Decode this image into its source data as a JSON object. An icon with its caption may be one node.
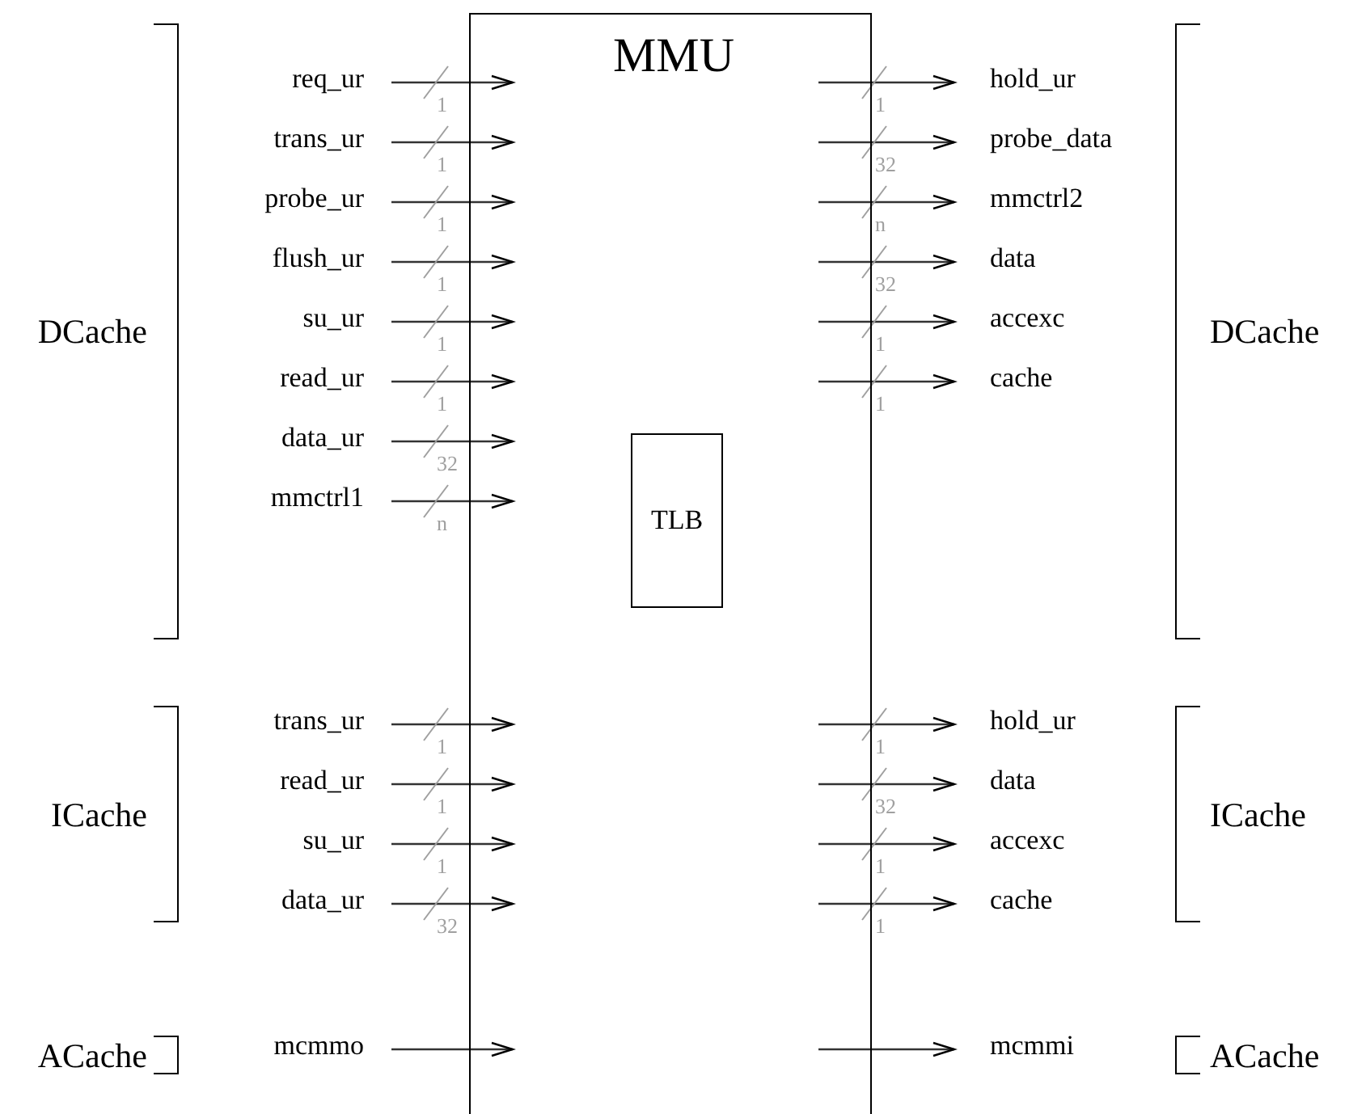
{
  "diagram": {
    "nodes": [
      {
        "text": [
          "MMU"
        ]
      },
      {
        "text": [
          "TLB"
        ],
        "in": 0
      },
      {
        "text": [
          "req_ur"
        ]
      },
      {
        "text": [
          "trans_ur"
        ]
      },
      {
        "text": [
          "probe_ur"
        ]
      },
      {
        "text": [
          "flush_ur"
        ]
      },
      {
        "text": [
          "su_ur"
        ]
      },
      {
        "text": [
          "read_ur"
        ]
      },
      {
        "text": [
          "data_ur"
        ]
      },
      {
        "text": [
          "mmctrl1"
        ]
      },
      {
        "text": [
          "hold_ur"
        ]
      },
      {
        "text": [
          "probe_data"
        ]
      },
      {
        "text": [
          "mmctrl2"
        ]
      },
      {
        "text": [
          "data"
        ]
      },
      {
        "text": [
          "accexc"
        ]
      },
      {
        "text": [
          "cache"
        ]
      },
      {
        "text": [
          "trans_ur"
        ]
      },
      {
        "text": [
          "read_ur"
        ]
      },
      {
        "text": [
          "su_ur"
        ]
      },
      {
        "text": [
          "data_ur"
        ]
      },
      {
        "text": [
          "hold_ur"
        ]
      },
      {
        "text": [
          "data"
        ]
      },
      {
        "text": [
          "accexc"
        ]
      },
      {
        "text": [
          "cache"
        ]
      },
      {
        "text": [
          "mcmmo"
        ]
      },
      {
        "text": [
          "mcmmi"
        ]
      }
    ],
    "edges": [
      {
        "from": 2,
        "to": 0,
        "arrow": "to",
        "label": "1"
      },
      {
        "from": 3,
        "to": 0,
        "arrow": "to",
        "label": "1"
      },
      {
        "from": 4,
        "to": 0,
        "arrow": "to",
        "label": "1"
      },
      {
        "from": 5,
        "to": 0,
        "arrow": "to",
        "label": "1"
      },
      {
        "from": 6,
        "to": 0,
        "arrow": "to",
        "label": "1"
      },
      {
        "from": 7,
        "to": 0,
        "arrow": "to",
        "label": "1"
      },
      {
        "from": 8,
        "to": 0,
        "arrow": "to",
        "label": "32"
      },
      {
        "from": 9,
        "to": 0,
        "arrow": "to",
        "label": "n"
      },
      {
        "from": 0,
        "to": 10,
        "arrow": "to",
        "label": "1"
      },
      {
        "from": 0,
        "to": 11,
        "arrow": "to",
        "label": "32"
      },
      {
        "from": 0,
        "to": 12,
        "arrow": "to",
        "label": "n"
      },
      {
        "from": 0,
        "to": 13,
        "arrow": "to",
        "label": "32"
      },
      {
        "from": 0,
        "to": 14,
        "arrow": "to",
        "label": "1"
      },
      {
        "from": 0,
        "to": 15,
        "arrow": "to",
        "label": "1"
      },
      {
        "from": 16,
        "to": 0,
        "arrow": "to",
        "label": "1"
      },
      {
        "from": 17,
        "to": 0,
        "arrow": "to",
        "label": "1"
      },
      {
        "from": 18,
        "to": 0,
        "arrow": "to",
        "label": "1"
      },
      {
        "from": 19,
        "to": 0,
        "arrow": "to",
        "label": "32"
      },
      {
        "from": 0,
        "to": 20,
        "arrow": "to",
        "label": "1"
      },
      {
        "from": 0,
        "to": 21,
        "arrow": "to",
        "label": "32"
      },
      {
        "from": 0,
        "to": 22,
        "arrow": "to",
        "label": "1"
      },
      {
        "from": 0,
        "to": 23,
        "arrow": "to",
        "label": "1"
      },
      {
        "from": 24,
        "to": 0,
        "arrow": "to"
      },
      {
        "from": 0,
        "to": 25,
        "arrow": "to"
      }
    ],
    "labels": [
      "DCache",
      "DCache",
      "ICache",
      "ICache",
      "ACache",
      "ACache"
    ]
  }
}
